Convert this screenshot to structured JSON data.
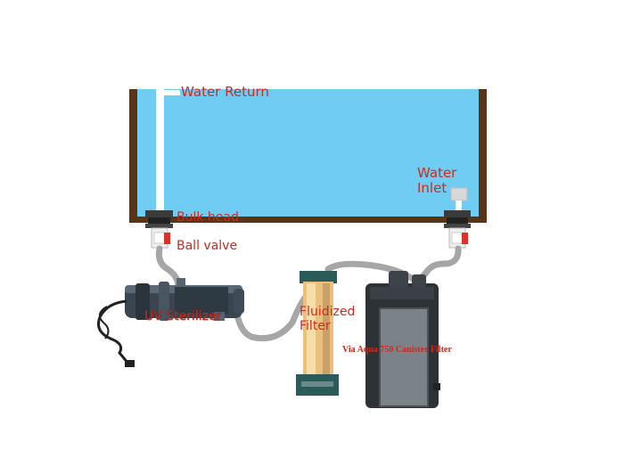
{
  "diagram": {
    "labels": {
      "water_return": "Water Return",
      "water_inlet_line1": "Water",
      "water_inlet_line2": "Inlet",
      "bulk_head": "Bulk head",
      "ball_valve": "Ball valve",
      "uv_sterilizer": "UV Sterilizer",
      "fluidized_line1": "Fluidized",
      "fluidized_line2": "Filter",
      "canister": "Via Aqua 750 Canister Filter"
    },
    "colors": {
      "water": "#6fcdf3",
      "tank_frame": "#5a3414",
      "hose": "#a6a6a6",
      "label_text": "#cc2a1e",
      "valve_handle": "#e0302a",
      "canister_body": "#2d3236",
      "uv_body": "#3a4550"
    },
    "components": [
      "aquarium-tank",
      "water-return-pipe",
      "water-inlet-strainer",
      "bulk-head",
      "ball-valve",
      "uv-sterilizer",
      "fluidized-filter",
      "canister-filter",
      "power-cord"
    ]
  }
}
